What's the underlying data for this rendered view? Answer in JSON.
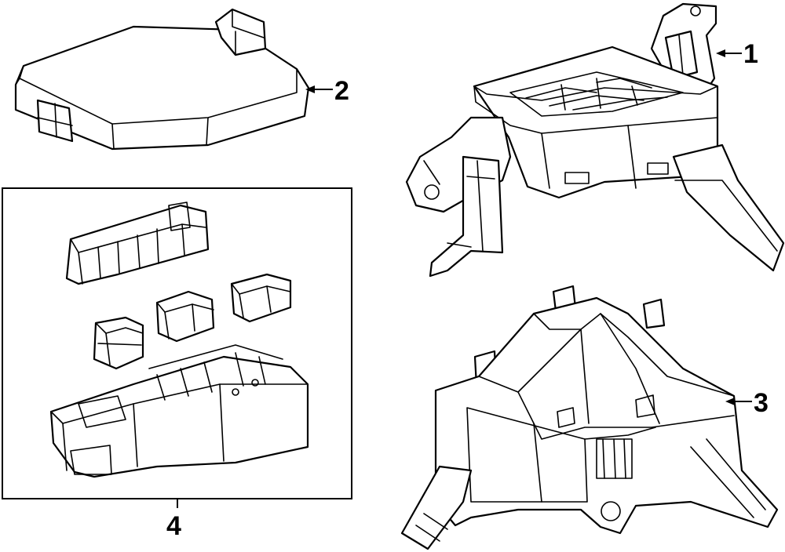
{
  "diagram": {
    "callouts": [
      {
        "id": "1",
        "label": "1"
      },
      {
        "id": "2",
        "label": "2"
      },
      {
        "id": "3",
        "label": "3"
      },
      {
        "id": "4",
        "label": "4"
      }
    ],
    "parts": [
      {
        "callout": "1",
        "icon": "junction-block-with-bracket"
      },
      {
        "callout": "2",
        "icon": "junction-block-cover"
      },
      {
        "callout": "3",
        "icon": "junction-block-mounting-bracket"
      },
      {
        "callout": "4",
        "icon": "relay-and-fuse-block-assembly-group"
      }
    ],
    "colors": {
      "line": "#000000",
      "background": "#ffffff"
    }
  }
}
